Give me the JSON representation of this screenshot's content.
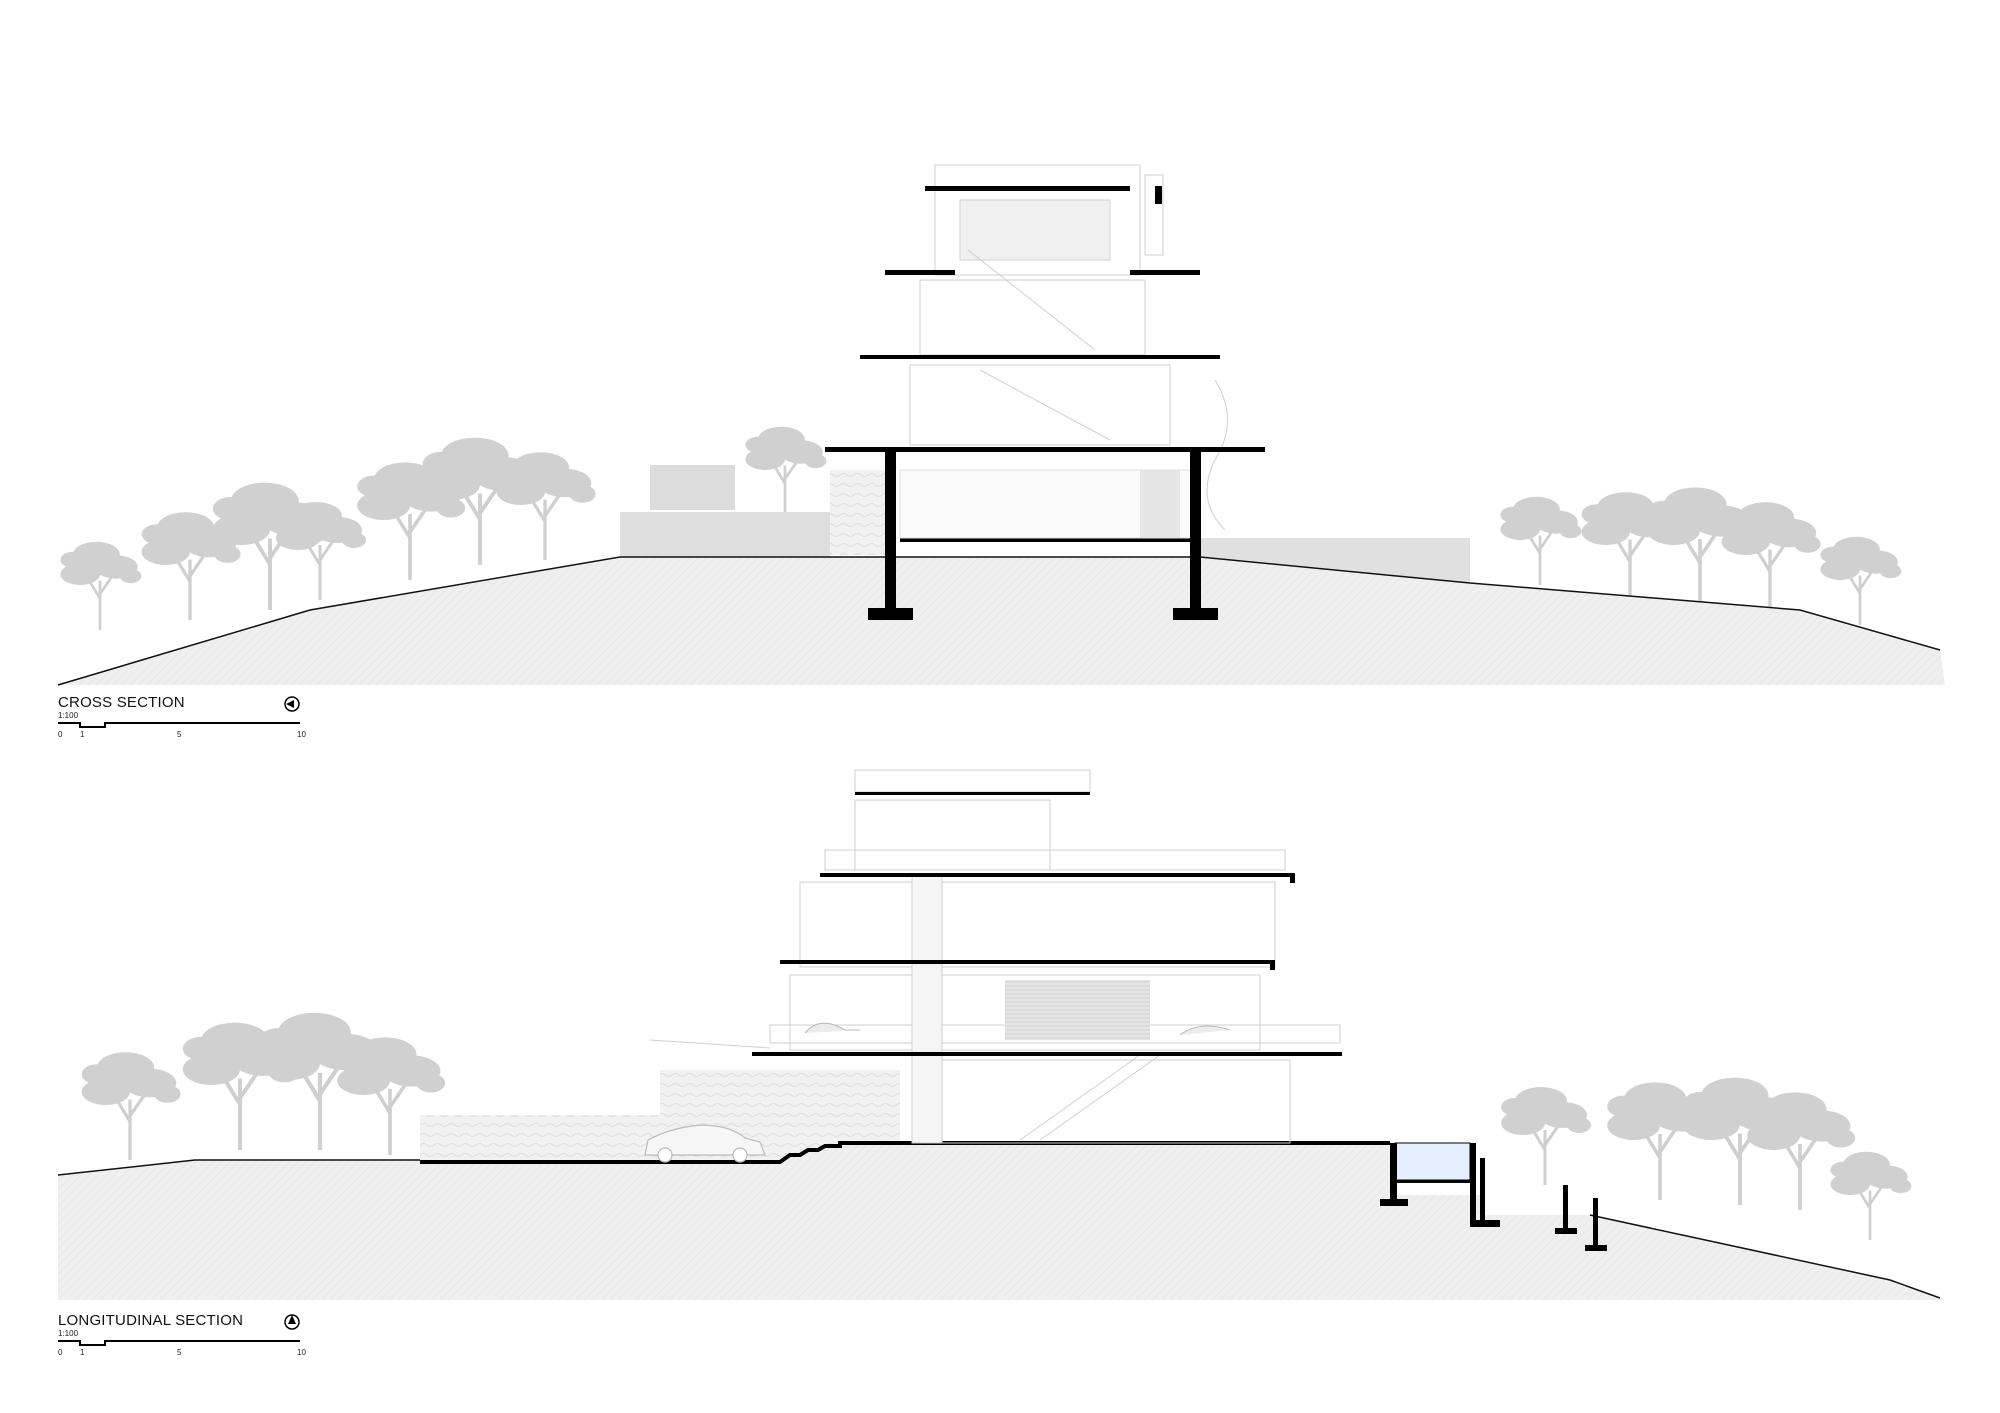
{
  "sections": [
    {
      "id": "cross",
      "title": "CROSS SECTION",
      "scale": "1:100",
      "scale_ticks": [
        "0",
        "1",
        "5",
        "10"
      ],
      "north_icon": "north-arrow-west"
    },
    {
      "id": "longitudinal",
      "title": "LONGITUDINAL SECTION",
      "scale": "1:100",
      "scale_ticks": [
        "0",
        "1",
        "5",
        "10"
      ],
      "north_icon": "north-arrow-north"
    }
  ],
  "colors": {
    "structure": "#000000",
    "terrain": "#eeeeee",
    "trees": "#d0d0d0",
    "wall": "#dcdcdc",
    "pool_water": "#e3efff"
  }
}
